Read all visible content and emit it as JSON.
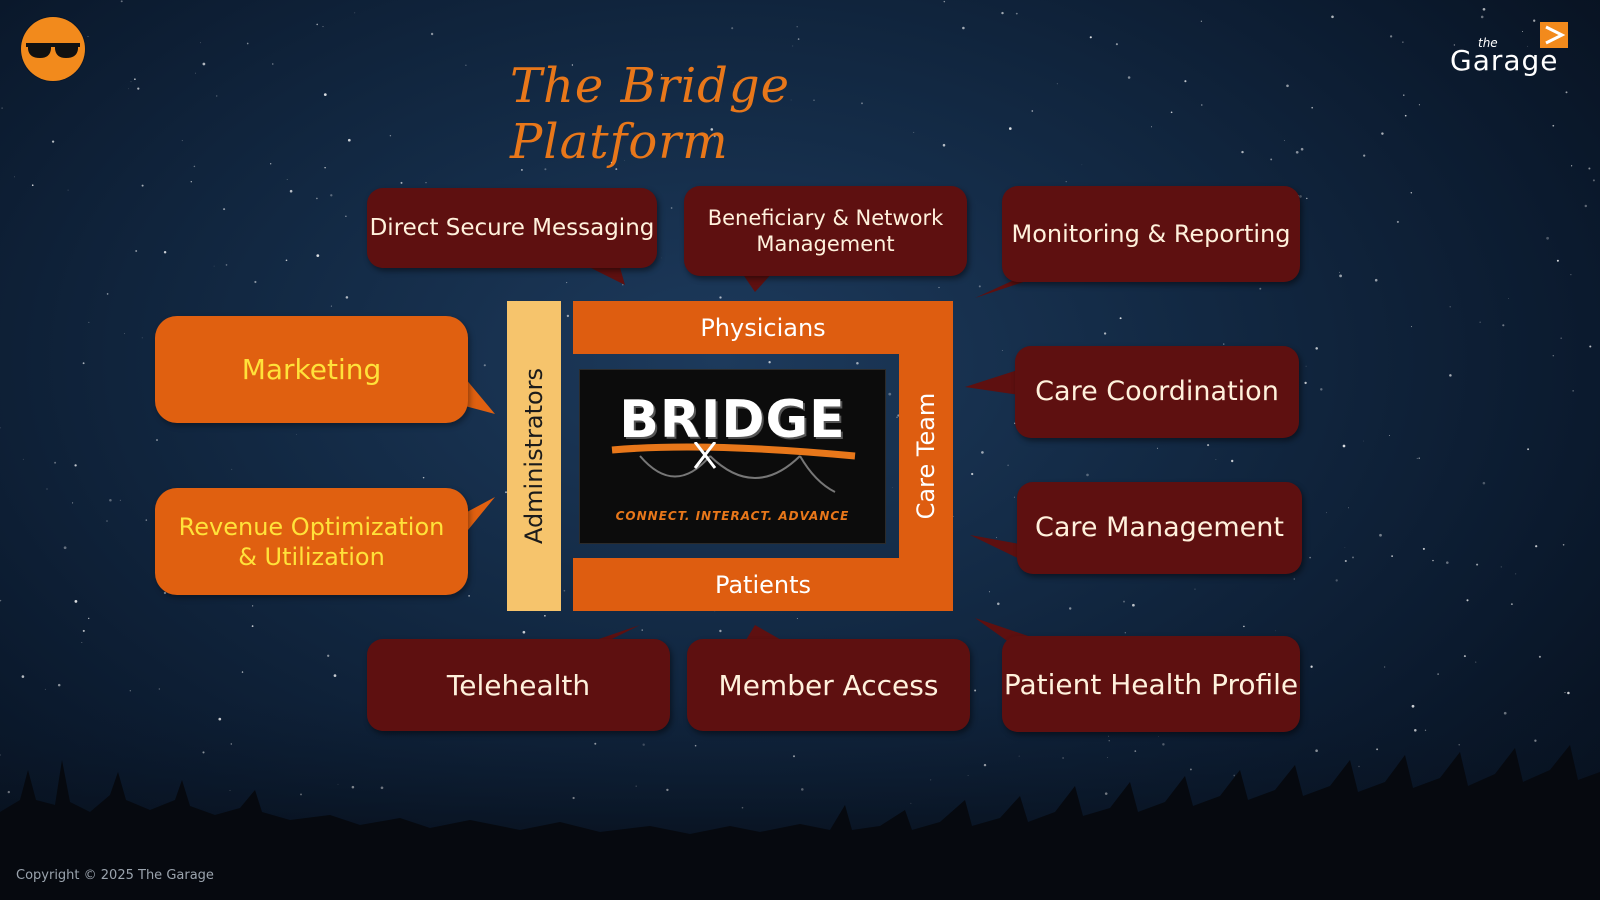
{
  "title": "The Bridge Platform",
  "brand": {
    "small": "the",
    "name": "Garage"
  },
  "bubbles": {
    "direct_secure_messaging": "Direct Secure Messaging",
    "beneficiary_network": "Beneficiary & Network Management",
    "monitoring_reporting": "Monitoring & Reporting",
    "marketing": "Marketing",
    "revenue_optimization": "Revenue Optimization & Utilization",
    "care_coordination": "Care Coordination",
    "care_management": "Care Management",
    "telehealth": "Telehealth",
    "member_access": "Member Access",
    "patient_health_profile": "Patient Health Profile"
  },
  "frame": {
    "physicians": "Physicians",
    "patients": "Patients",
    "care_team": "Care Team",
    "administrators": "Administrators"
  },
  "logo": {
    "word": "BRIDGE",
    "tagline": "CONNECT. INTERACT. ADVANCE"
  },
  "copyright": "Copyright © 2025 The Garage",
  "colors": {
    "dark_bubble": "#5e1010",
    "orange_bubble": "#e06010",
    "frame_orange": "#de5d10",
    "admin_bar": "#f6c46c",
    "title": "#e8771a",
    "yellow_text": "#ffe23a"
  },
  "icons": {
    "avatar": "sunglasses-face-icon",
    "brand": "garage-logo-icon"
  }
}
